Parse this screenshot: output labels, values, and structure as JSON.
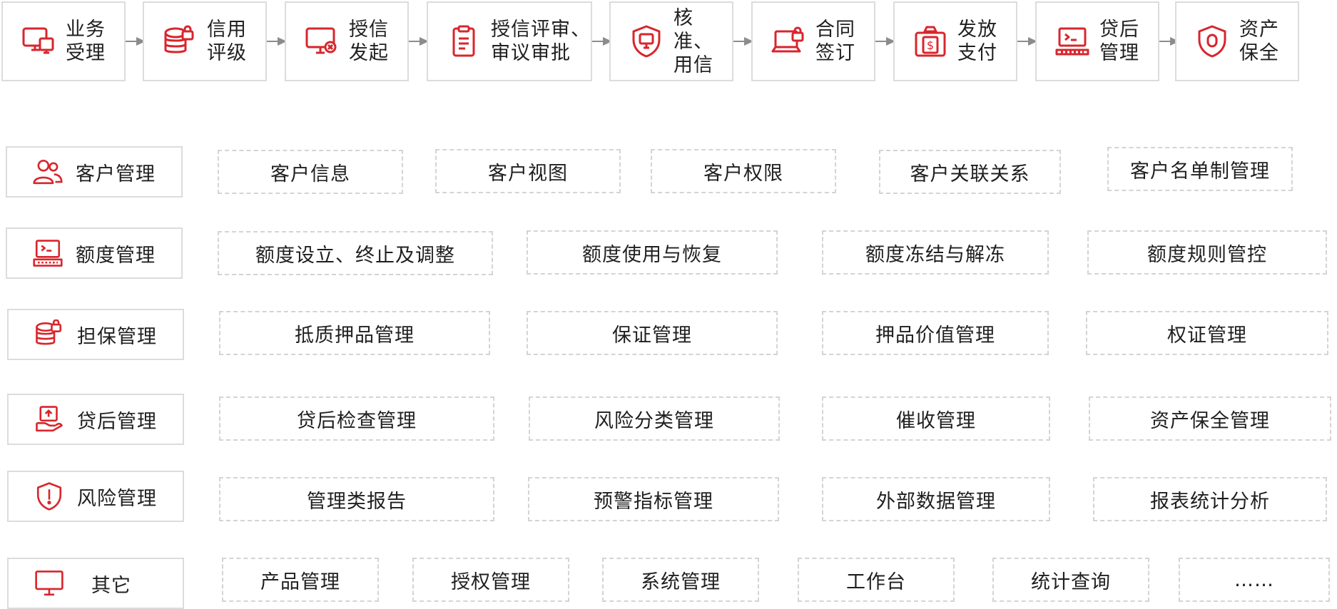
{
  "accent_color": "#d7262c",
  "flow": [
    {
      "label": "业务\n受理",
      "icon": "computer-user-icon"
    },
    {
      "label": "信用\n评级",
      "icon": "database-lock-icon"
    },
    {
      "label": "授信\n发起",
      "icon": "monitor-icon"
    },
    {
      "label": "授信评审、\n审议审批",
      "icon": "clipboard-icon"
    },
    {
      "label": "核准、\n用信",
      "icon": "shield-monitor-icon"
    },
    {
      "label": "合同\n签订",
      "icon": "laptop-lock-icon"
    },
    {
      "label": "发放\n支付",
      "icon": "money-bag-icon"
    },
    {
      "label": "贷后\n管理",
      "icon": "terminal-icon"
    },
    {
      "label": "资产\n保全",
      "icon": "shield-icon"
    }
  ],
  "categories": [
    {
      "label": "客户管理",
      "icon": "users-icon",
      "items": [
        "客户信息",
        "客户视图",
        "客户权限",
        "客户关联关系",
        "客户名单制管理"
      ]
    },
    {
      "label": "额度管理",
      "icon": "terminal-icon",
      "items": [
        "额度设立、终止及调整",
        "额度使用与恢复",
        "额度冻结与解冻",
        "额度规则管控"
      ]
    },
    {
      "label": "担保管理",
      "icon": "database-lock-icon",
      "items": [
        "抵质押品管理",
        "保证管理",
        "押品价值管理",
        "权证管理"
      ]
    },
    {
      "label": "贷后管理",
      "icon": "hand-monitor-icon",
      "items": [
        "贷后检查管理",
        "风险分类管理",
        "催收管理",
        "资产保全管理"
      ]
    },
    {
      "label": "风险管理",
      "icon": "shield-alert-icon",
      "items": [
        "管理类报告",
        "预警指标管理",
        "外部数据管理",
        "报表统计分析"
      ]
    },
    {
      "label": "其它",
      "icon": "desktop-icon",
      "items": [
        "产品管理",
        "授权管理",
        "系统管理",
        "工作台",
        "统计查询",
        "……"
      ]
    }
  ]
}
